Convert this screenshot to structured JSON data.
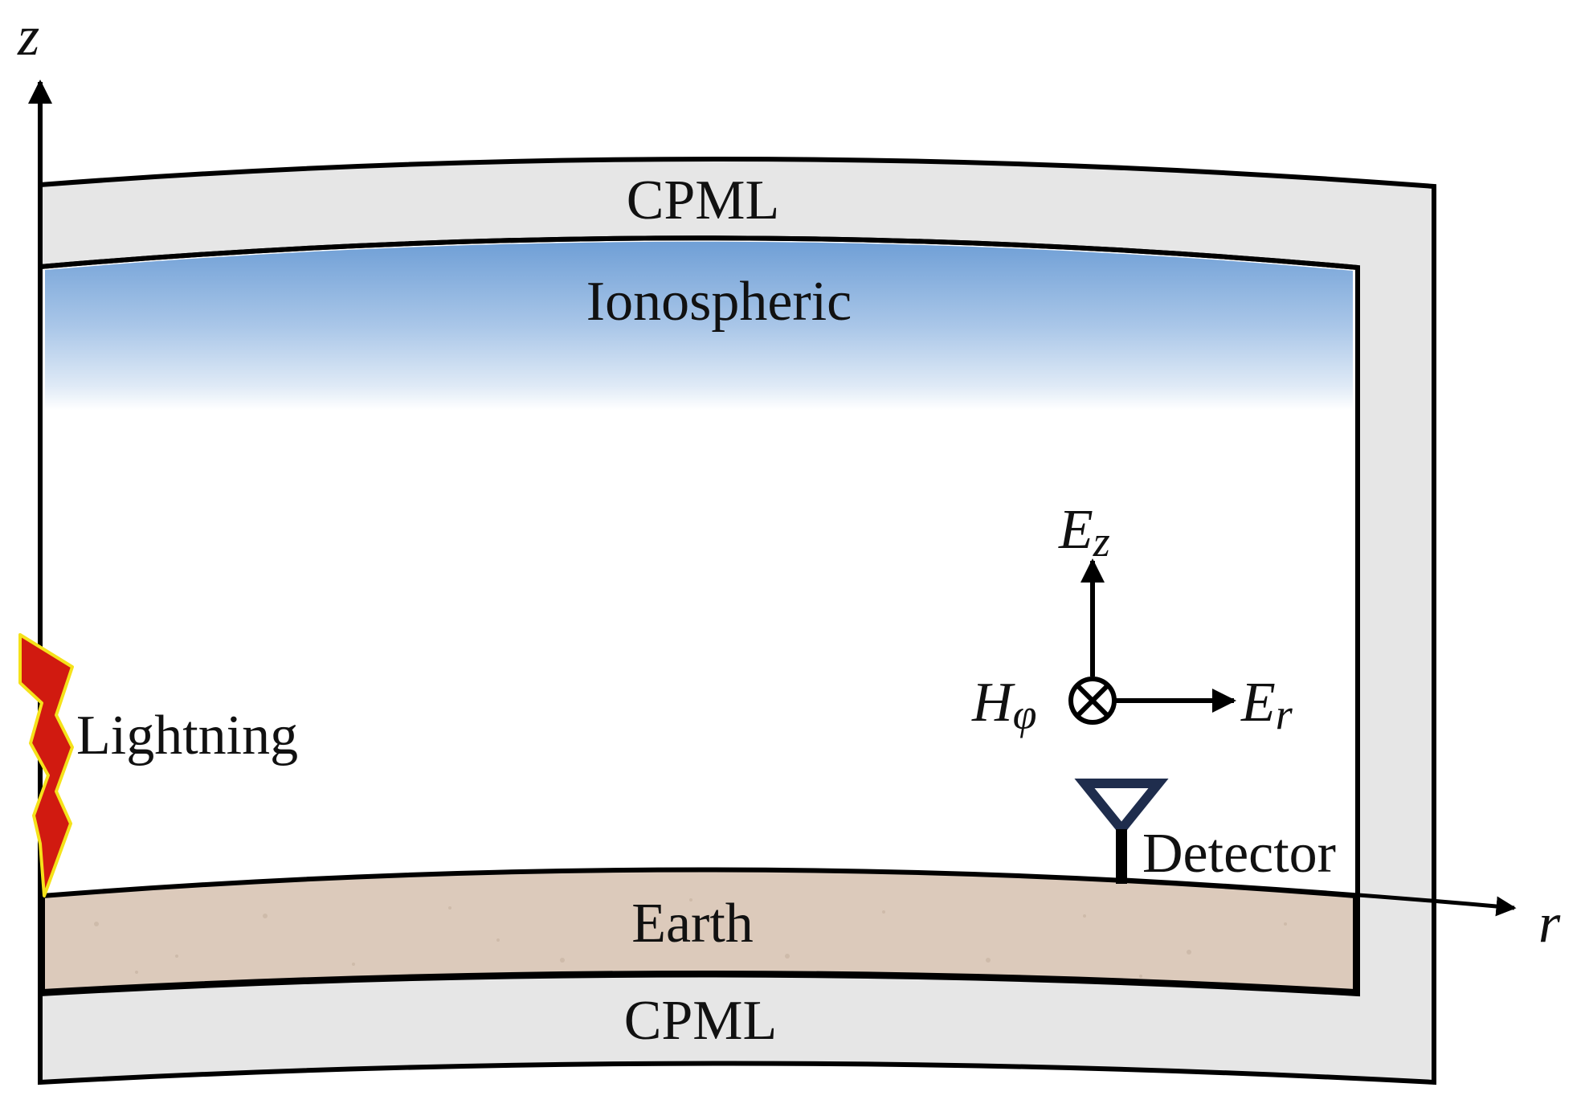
{
  "labels": {
    "z_axis": "z",
    "r_axis": "r",
    "cpml_top": "CPML",
    "cpml_bottom": "CPML",
    "ionosphere": "Ionospheric",
    "earth": "Earth",
    "lightning": "Lightning",
    "detector": "Detector",
    "ez_main": "E",
    "ez_sub": "z",
    "er_main": "E",
    "er_sub": "r",
    "hphi_main": "H",
    "hphi_sub": "φ"
  },
  "colors": {
    "outline": "#000000",
    "cpml_fill": "#e6e6e6",
    "ionosphere_top": "#6f9fd6",
    "ionosphere_bottom": "#ffffff",
    "earth_fill": "#dccabb",
    "lightning_fill": "#d11a10",
    "lightning_edge": "#f5e21a",
    "detector_color": "#1f2d4d"
  },
  "icons": {
    "lightning": "lightning-bolt-icon",
    "detector": "antenna-icon",
    "into_page": "circle-cross-icon"
  }
}
